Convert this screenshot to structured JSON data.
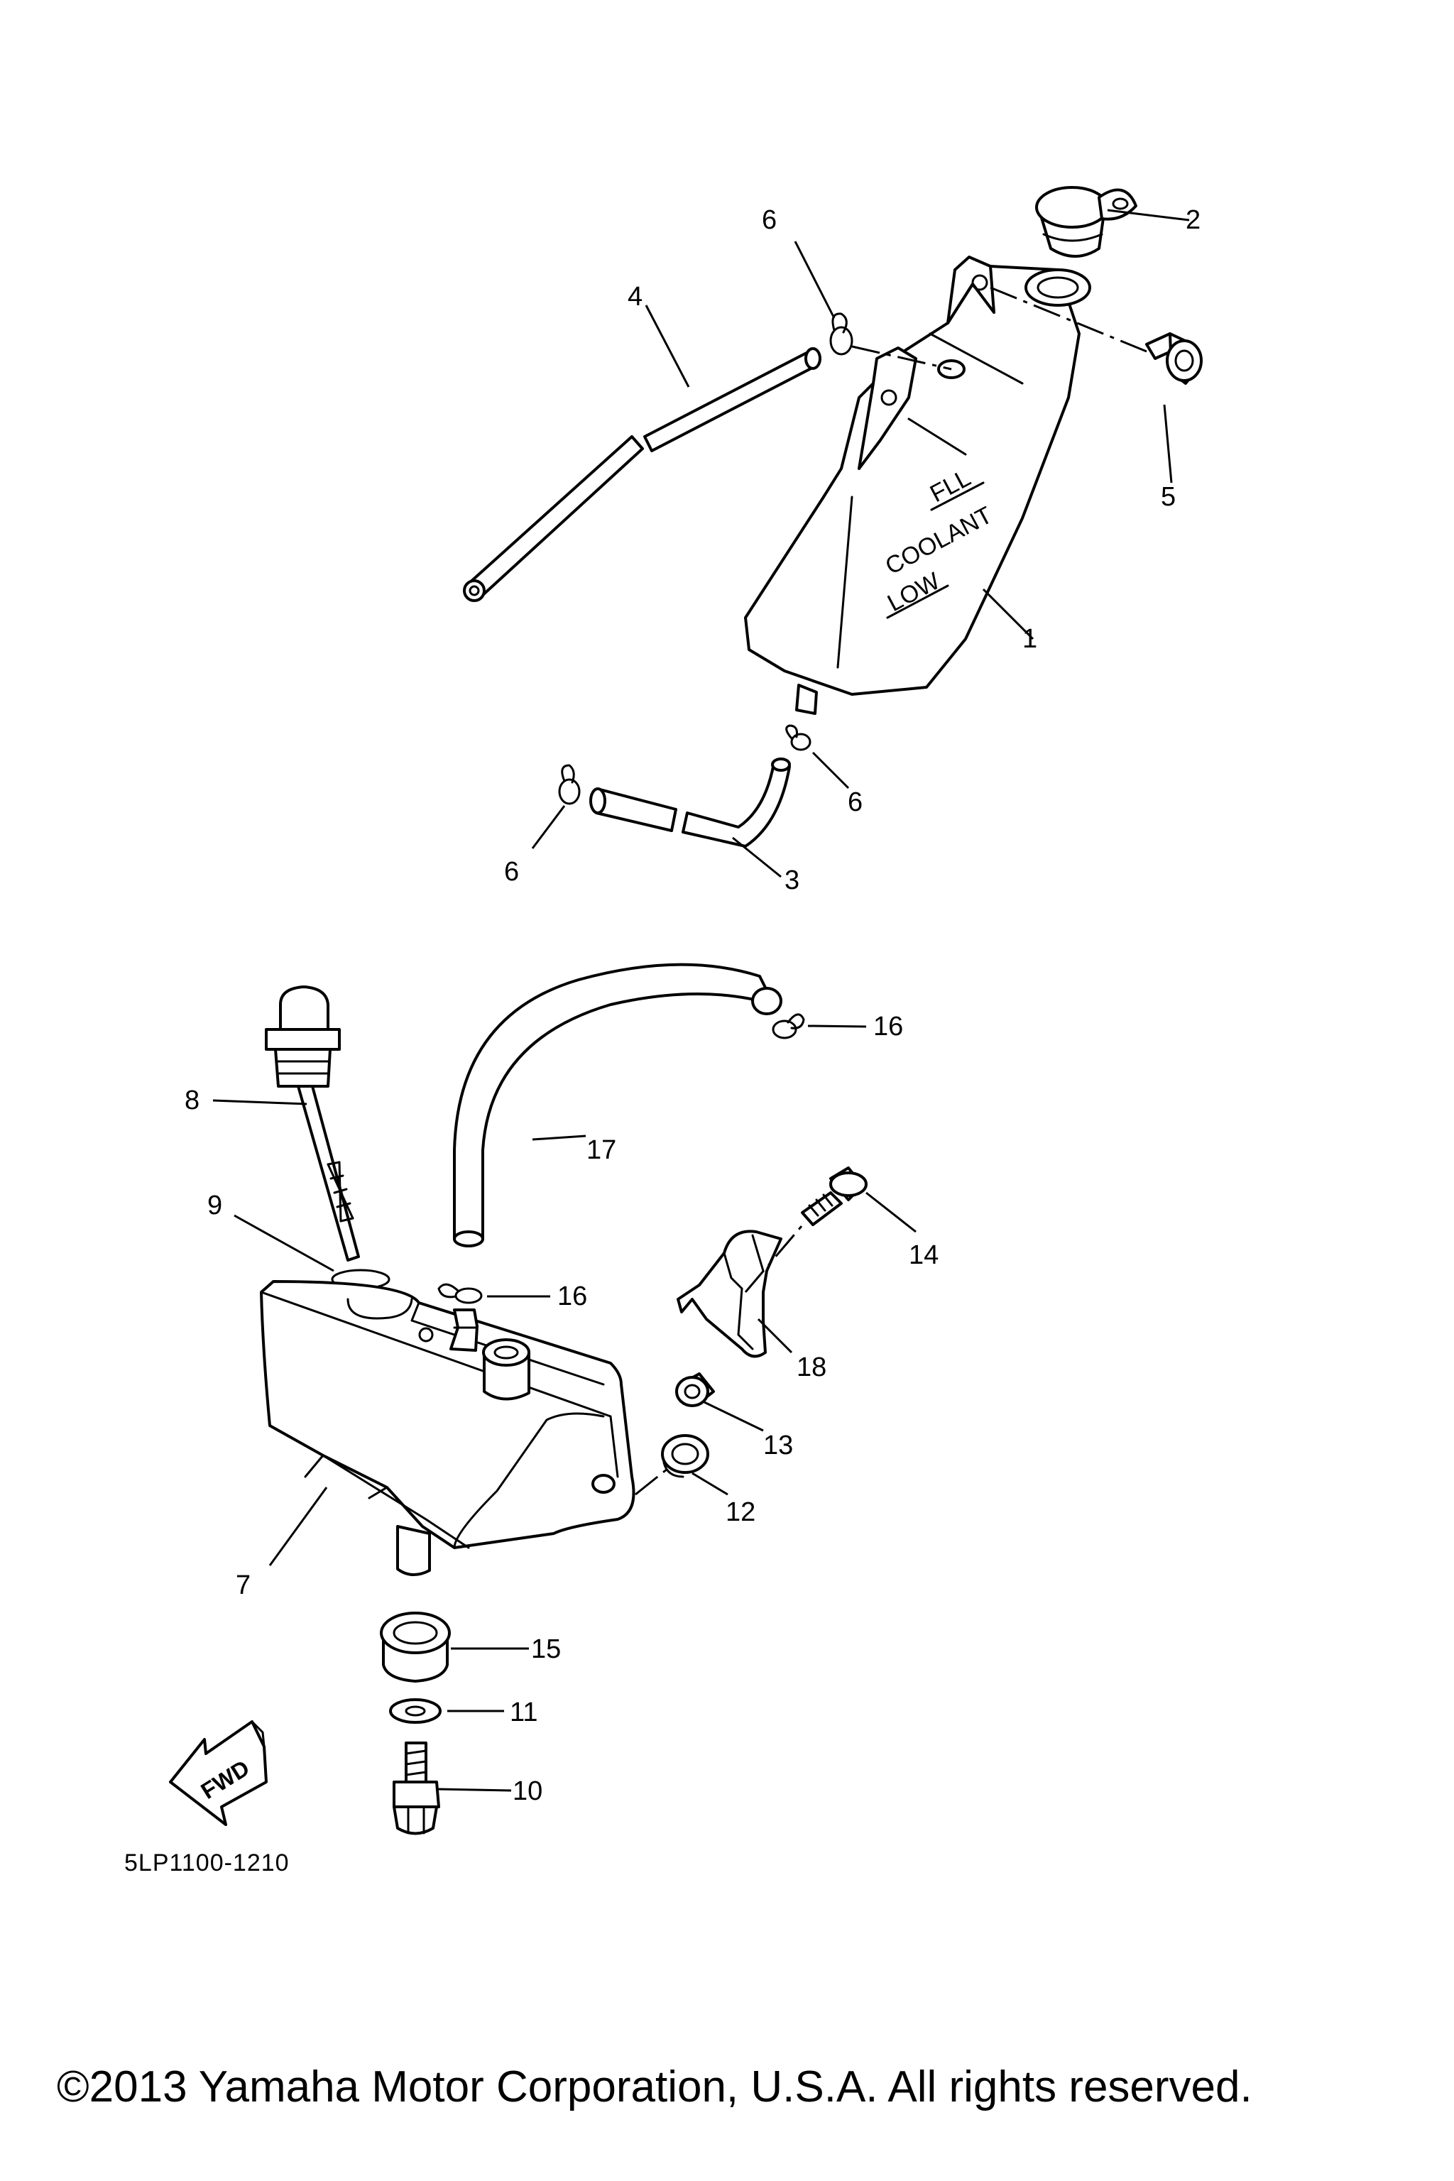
{
  "callouts": {
    "c1": "1",
    "c2": "2",
    "c3": "3",
    "c4": "4",
    "c5": "5",
    "c6a": "6",
    "c6b": "6",
    "c6c": "6",
    "c7": "7",
    "c8": "8",
    "c9": "9",
    "c10": "10",
    "c11": "11",
    "c12": "12",
    "c13": "13",
    "c14": "14",
    "c15": "15",
    "c16a": "16",
    "c16b": "16",
    "c17": "17",
    "c18": "18"
  },
  "tank_decals": {
    "full": "FLL",
    "coolant": "COOLANT",
    "low": "LOW"
  },
  "fwd_label": "FWD",
  "diagram_ref": "5LP1100-1210",
  "copyright": "©2013 Yamaha Motor Corporation, U.S.A. All rights reserved."
}
